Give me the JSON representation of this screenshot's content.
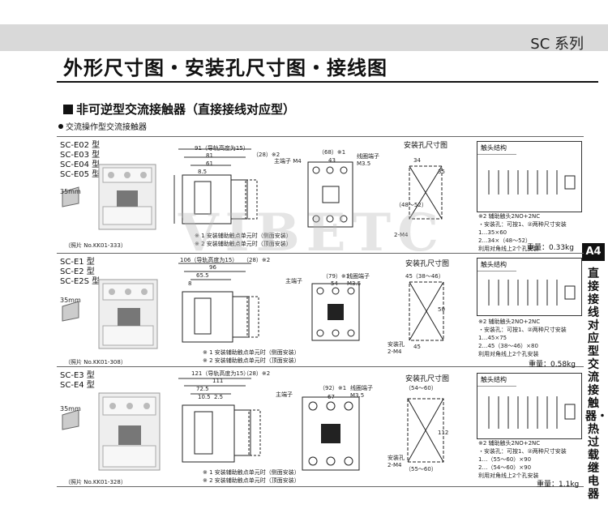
{
  "header": {
    "series": "SC 系列"
  },
  "main_title": "外形尺寸图・安装孔尺寸图・接线图",
  "section_title": "非可逆型交流接触器（直接接线对应型）",
  "sub_title": "交流操作型交流接触器",
  "sidebar": {
    "tab": "A4",
    "vertical_text": "直接接线对应型 交流接触器・热过载继电器"
  },
  "watermark": "VIBETC",
  "common": {
    "mount_title": "安装孔尺寸图",
    "contact_title": "触头结构",
    "main_terminal": "主端子",
    "coil_terminal": "线圈端子",
    "rail": "35mm",
    "note_aux_side": "※ 1 安装辅助触点单元时（侧面安装）",
    "note_aux_top": "※ 2 安装辅助触点单元时（顶面安装）"
  },
  "rows": [
    {
      "models": [
        "SC-E02 型",
        "SC-E03 型",
        "SC-E04 型",
        "SC-E05 型"
      ],
      "photo": "（照片 No.KK01-333）",
      "dims": {
        "top": "91（导轨高度为15）",
        "paren": "（28）※2",
        "w1": "81",
        "w2": "61",
        "w3": "8.5",
        "front_w": "（68）※1",
        "front_w2": "43",
        "terminal": "主端子 M4",
        "coil": "线圈端子 M3.5"
      },
      "mount": {
        "w1": "34",
        "h1": "35",
        "m": "2-M4",
        "label": "（48～52）"
      },
      "contact_note": "※2 辅助触头2NO+2NC",
      "install": [
        "・安装孔：可按1、②两种尺寸安装",
        "1…35×60",
        "2…34×（48～52）",
        "利用对角线上2个孔安装"
      ],
      "weight": "重量：0.33kg"
    },
    {
      "models": [
        "SC-E1 型",
        "SC-E2 型",
        "SC-E2S 型"
      ],
      "photo": "（照片 No.KK01-308）",
      "dims": {
        "top": "106（导轨高度为15）",
        "paren": "（28）※2",
        "w1": "96",
        "w2": "65.5",
        "w3": "8",
        "front_w": "（79）※1",
        "front_w2": "54",
        "terminal": "主端子",
        "coil": "线圈端子 M3.5"
      },
      "mount": {
        "w1": "45（38～46）",
        "h1": "50",
        "m": "安装孔 2-M4",
        "label": "45"
      },
      "contact_note": "※2 辅助触头2NO+2NC",
      "install": [
        "・安装孔：可按1、②两种尺寸安装",
        "1…45×75",
        "2…45（38～46）×80",
        "利用对角线上2个孔安装"
      ],
      "weight": "重量：0.58kg"
    },
    {
      "models": [
        "SC-E3 型",
        "SC-E4 型"
      ],
      "photo": "（照片 No.KK01-328）",
      "dims": {
        "top": "121（导轨高度为15）",
        "paren": "（28）※2",
        "w1": "111",
        "w2": "72.5",
        "w3": "10.5",
        "w4": "2.5",
        "front_w": "（92）※1",
        "front_w2": "67",
        "terminal": "主端子",
        "coil": "线圈端子 M3.5"
      },
      "mount": {
        "w1": "（54～60）",
        "h1": "112",
        "m": "安装孔 2-M4",
        "label": "（55～60）"
      },
      "contact_note": "※2 辅助触头2NO+2NC",
      "install": [
        "・安装孔：可按1、②两种尺寸安装",
        "1…（55～60）×90",
        "2…（54～60）×90",
        "利用对角线上2个孔安装"
      ],
      "weight": "重量：1.1kg"
    }
  ],
  "colors": {
    "band": "#d9d9d9",
    "ink": "#111111"
  }
}
